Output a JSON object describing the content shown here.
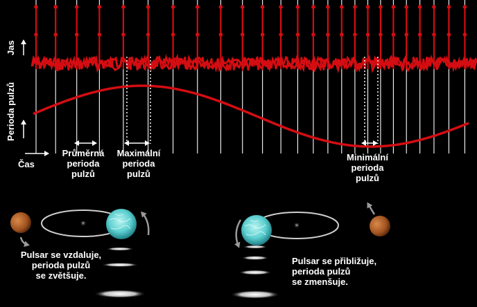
{
  "axes": {
    "brightness_label": "Jas",
    "period_label": "Perioda pulzů",
    "time_label": "Čas"
  },
  "annotations": {
    "average": [
      "Průměrná",
      "perioda",
      "pulzů"
    ],
    "maximum": [
      "Maximální",
      "perioda",
      "pulzů"
    ],
    "minimum": [
      "Minimální",
      "perioda",
      "pulzů"
    ]
  },
  "scenarios": {
    "receding": [
      "Pulsar se vzdaluje,",
      "perioda pulzů",
      "se zvětšuje."
    ],
    "approaching": [
      "Pulsar se přibližuje,",
      "perioda pulzů",
      "se zmenšuje."
    ]
  },
  "colors": {
    "signal": "#d40d12",
    "pulsar": "#5ccfcf",
    "companion": "#a0521f",
    "grid": "#ffffff",
    "orbit": "#d0d0d0"
  },
  "icons": {
    "pulsar": "pulsar-star-icon",
    "companion": "companion-planet-icon",
    "orbit_arrow": "curved-arrow-icon",
    "wave": "emission-wave-icon"
  }
}
